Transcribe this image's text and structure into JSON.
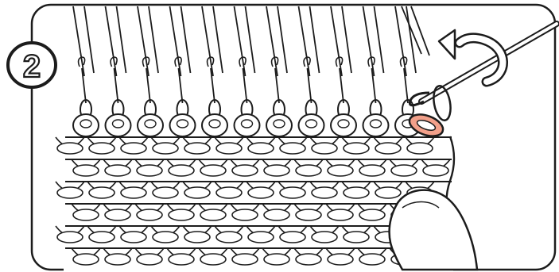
{
  "step": {
    "number": "2"
  },
  "icons": {
    "step_badge": "circled-number",
    "rotate": "curved-arrow-counterclockwise",
    "tool": "latch-hook-needle",
    "hand": "thumb"
  },
  "colors": {
    "line": "#1c1c1c",
    "fill": "#ffffff",
    "frame": "#1c1c1c",
    "highlight_loop": "#f2a08a"
  }
}
